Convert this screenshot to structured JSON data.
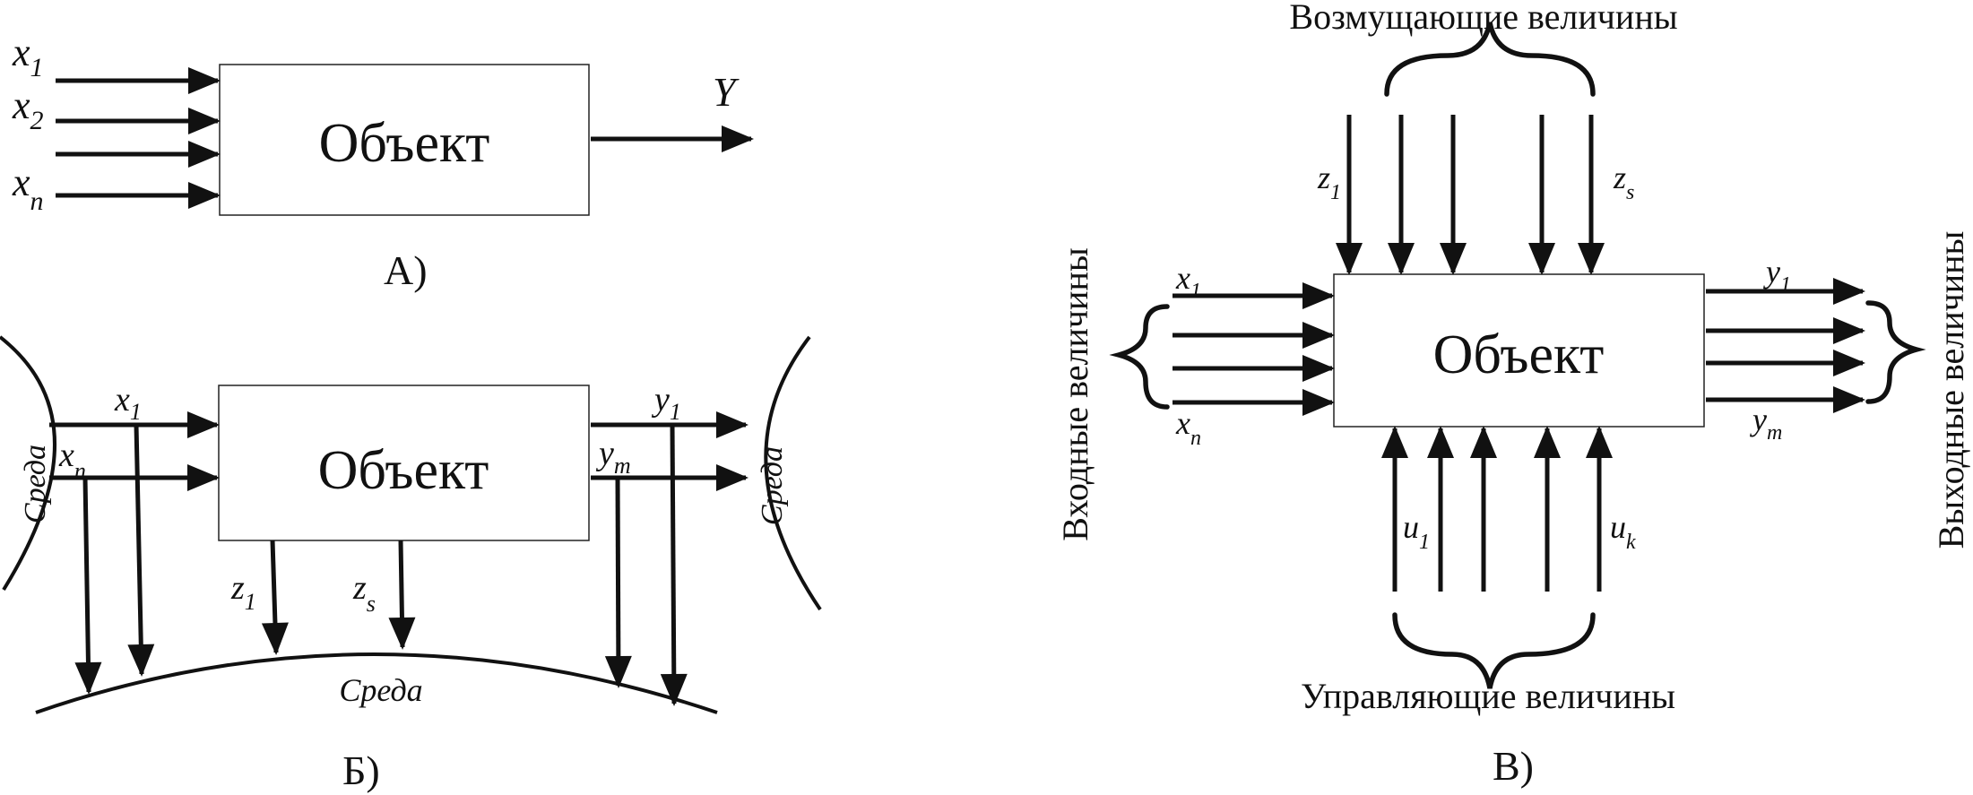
{
  "diagram_a": {
    "object_label": "Объект",
    "inputs": [
      "x",
      "x",
      "x"
    ],
    "input_subscripts": [
      "1",
      "2",
      "n"
    ],
    "output": "Y",
    "caption": "А)"
  },
  "diagram_b": {
    "object_label": "Объект",
    "env_label": "Среда",
    "x": "x",
    "x_sub1": "1",
    "x_subn": "n",
    "y": "y",
    "y_sub1": "1",
    "y_subm": "m",
    "z": "z",
    "z_sub1": "1",
    "z_subs": "s",
    "caption": "Б)"
  },
  "diagram_c": {
    "object_label": "Объект",
    "disturbances_label": "Возмущающие величины",
    "controls_label": "Управляющие величины",
    "inputs_label": "Входные величины",
    "outputs_label": "Выходные величины",
    "x": "x",
    "x_sub1": "1",
    "x_subn": "n",
    "y": "y",
    "y_sub1": "1",
    "y_subm": "m",
    "z": "z",
    "z_sub1": "1",
    "z_subs": "s",
    "u": "u",
    "u_sub1": "1",
    "u_subk": "k",
    "caption": "В)"
  }
}
